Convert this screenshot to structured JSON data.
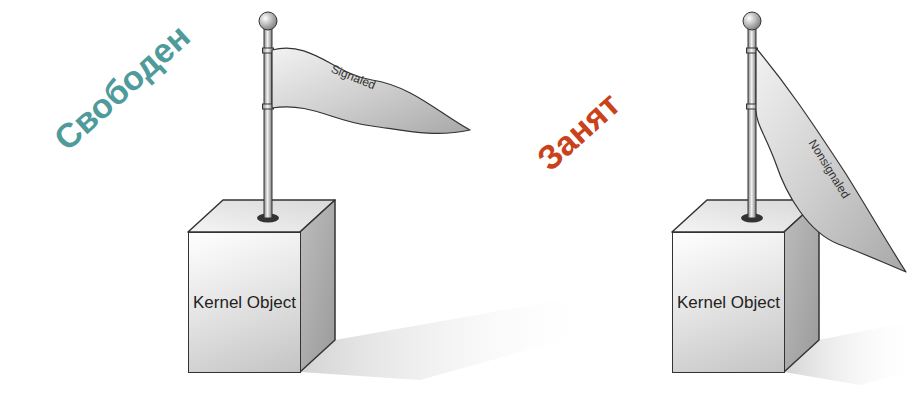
{
  "diagram": {
    "nodes": [
      {
        "text": [
          "Signaled"
        ]
      },
      {
        "text": [
          "Kernel Object"
        ]
      },
      {
        "text": [
          "Nonsignaled"
        ]
      },
      {
        "text": [
          "Kernel Object"
        ]
      }
    ],
    "labels": [
      "Свободен",
      "Занят"
    ]
  }
}
